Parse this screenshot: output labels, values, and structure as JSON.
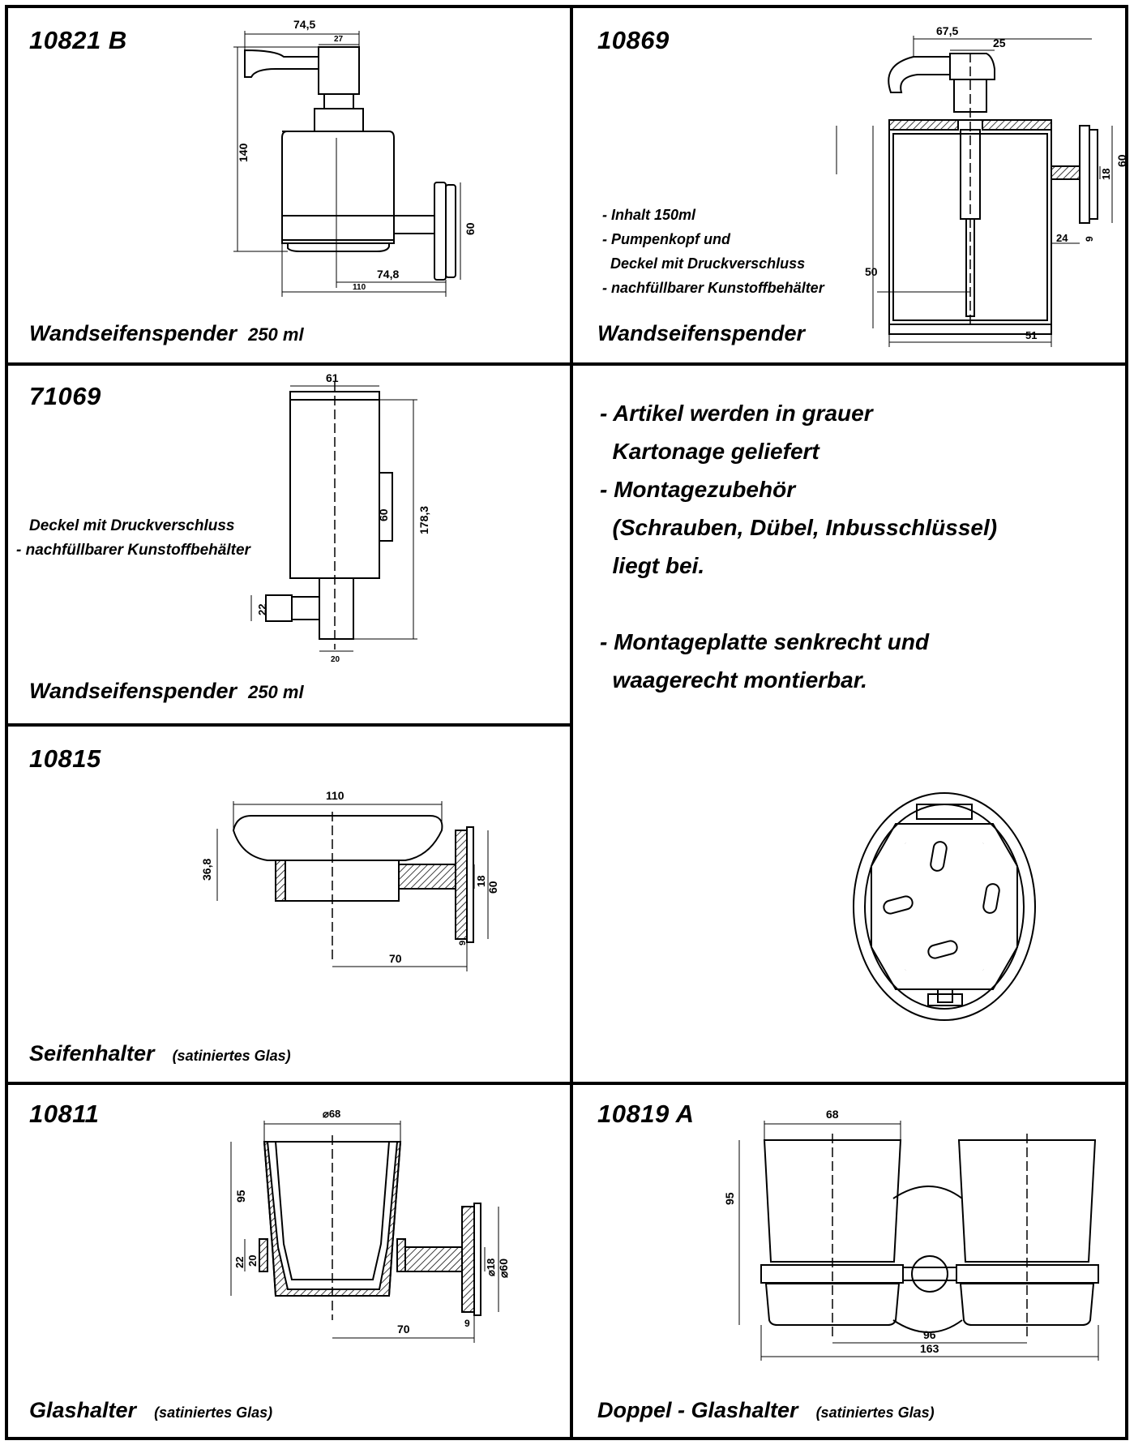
{
  "products": [
    {
      "code": "10821 B",
      "title": "Wandseifenspender",
      "volume": "250 ml",
      "dims": [
        "74,5",
        "27",
        "140",
        "60",
        "74,8",
        "110"
      ]
    },
    {
      "code": "10869",
      "title": "Wandseifenspender",
      "notes": [
        "- Inhalt 150ml",
        "- Pumpenkopf und",
        "  Deckel mit Druckverschluss",
        "- nachfüllbarer Kunstoffbehälter"
      ],
      "dims": [
        "67,5",
        "25",
        "60",
        "18",
        "9",
        "24",
        "50",
        "51"
      ]
    },
    {
      "code": "71069",
      "title": "Wandseifenspender",
      "volume": "250 ml",
      "notes": [
        "Deckel mit Druckverschluss",
        "- nachfüllbarer Kunstoffbehälter"
      ],
      "dims": [
        "61",
        "60",
        "178,3",
        "22",
        "20"
      ]
    },
    {
      "code": "10815",
      "title": "Seifenhalter",
      "subtitle": "(satiniertes Glas)",
      "dims": [
        "110",
        "36,8",
        "18",
        "60",
        "9",
        "70"
      ]
    },
    {
      "code": "10811",
      "title": "Glashalter",
      "subtitle": "(satiniertes Glas)",
      "dims": [
        "⌀68",
        "95",
        "22",
        "20",
        "⌀18",
        "⌀60",
        "9",
        "70"
      ]
    },
    {
      "code": "10819 A",
      "title": "Doppel - Glashalter",
      "subtitle": "(satiniertes Glas)",
      "dims": [
        "68",
        "95",
        "96",
        "163"
      ]
    }
  ],
  "info": {
    "lines": [
      "- Artikel werden in grauer",
      "  Kartonage geliefert",
      "- Montagezubehör",
      "  (Schrauben, Dübel, Inbusschlüssel)",
      "  liegt bei.",
      "",
      "- Montageplatte senkrecht und",
      "  waagerecht montierbar."
    ]
  }
}
